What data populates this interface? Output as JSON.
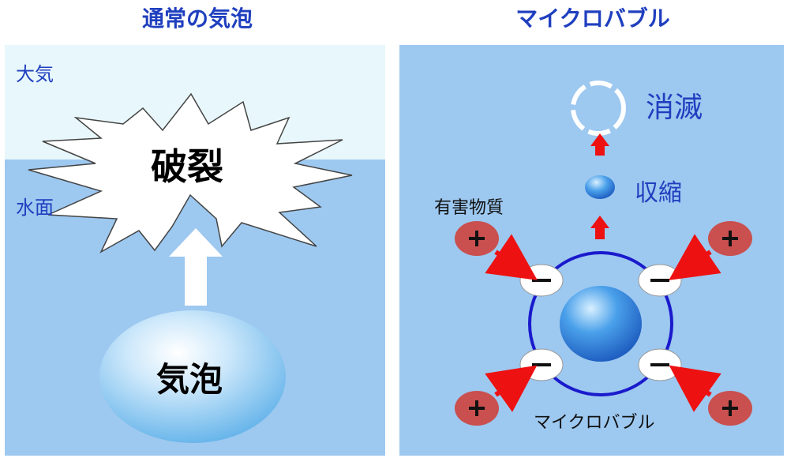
{
  "titles": {
    "left": "通常の気泡",
    "right": "マイクロバブル"
  },
  "left_panel": {
    "atmosphere": "大気",
    "water_surface": "水面",
    "burst": "破裂",
    "bubble": "気泡"
  },
  "right_panel": {
    "vanish": "消滅",
    "shrink": "収縮",
    "harmful_substances": "有害物質",
    "microbubble": "マイクロバブル",
    "positive_sign": "+",
    "negative_sign": "−"
  },
  "colors": {
    "title": "#1f3fbf",
    "label_blue": "#1f3fbf",
    "water": "#9dc8f0",
    "sky": "#e8f7fb",
    "arrow_red": "#ee1111",
    "positive_ion": "#c9504e",
    "orbit_ring": "#1a1acc"
  }
}
